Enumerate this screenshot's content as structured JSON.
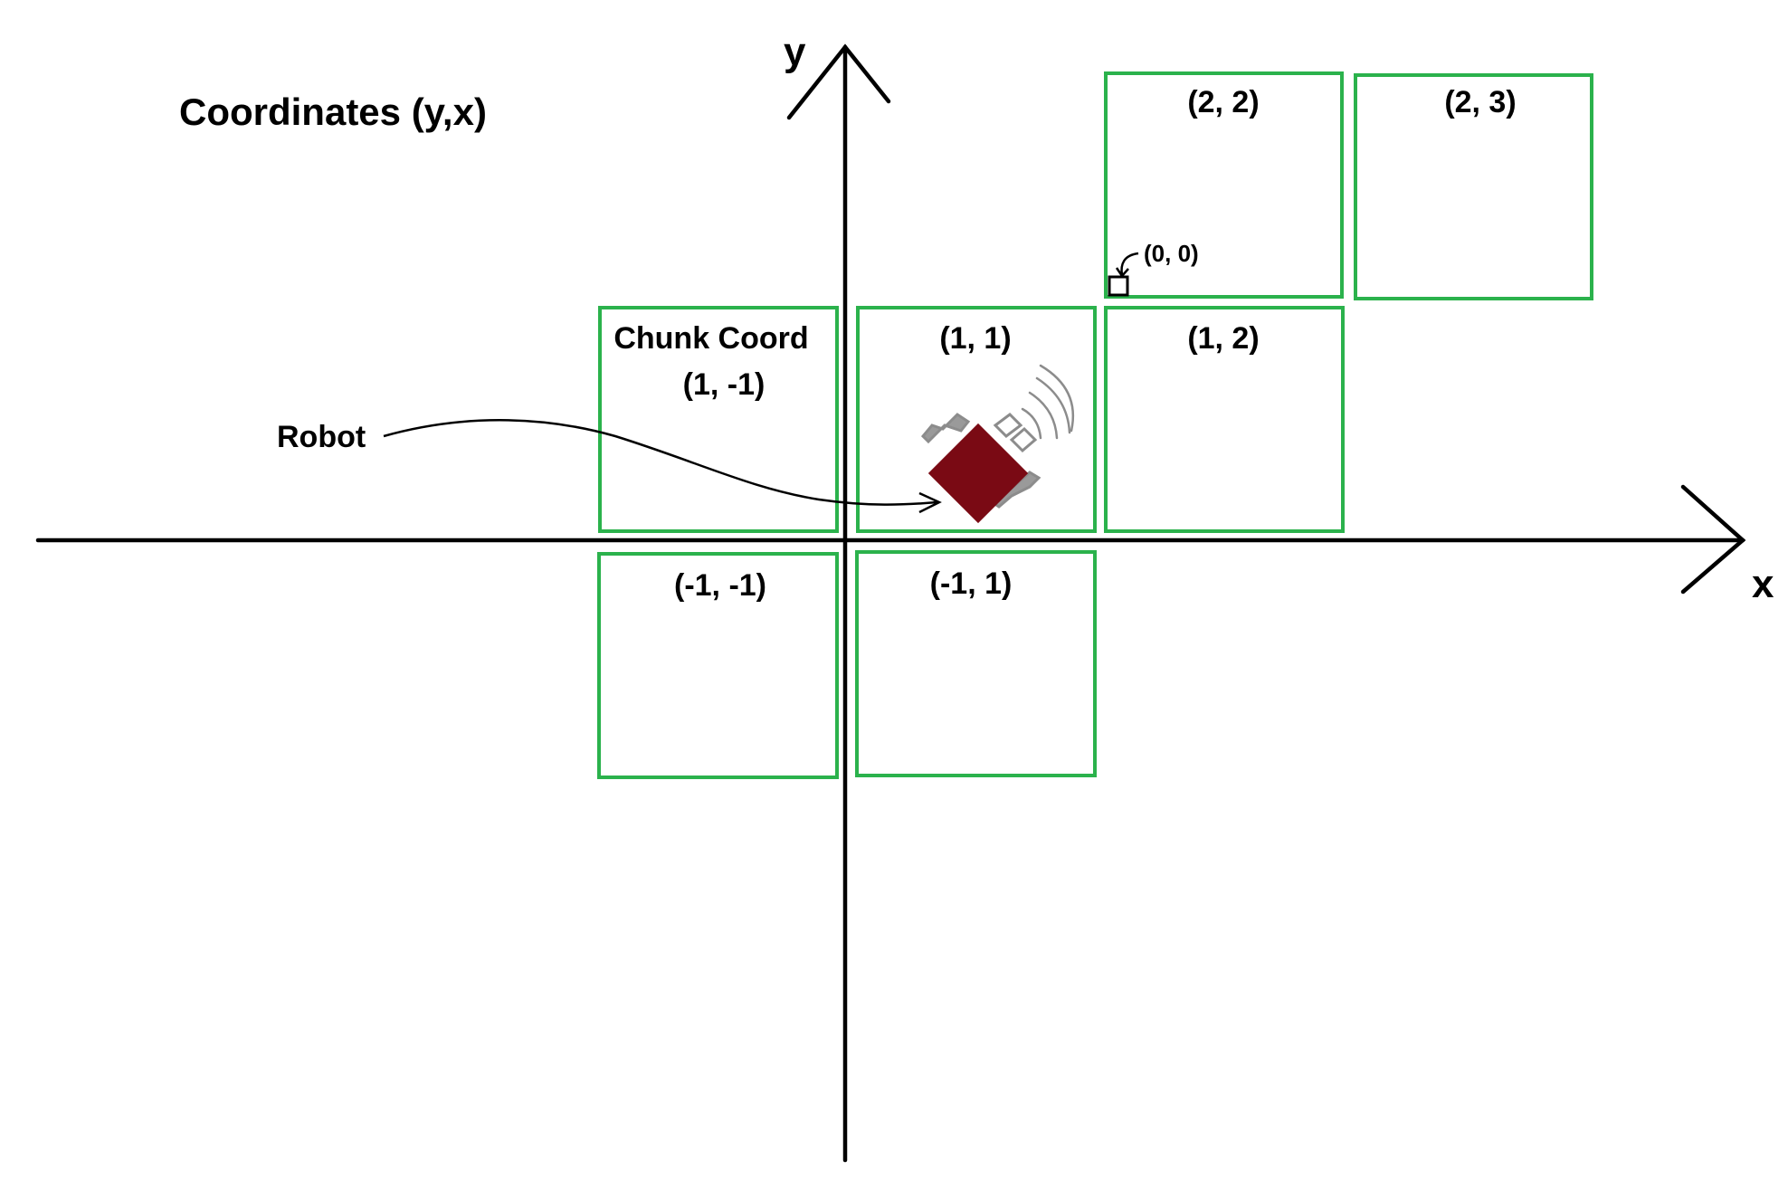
{
  "title": "Coordinates (y,x)",
  "axes": {
    "x_label": "x",
    "y_label": "y"
  },
  "chunks": [
    {
      "id": "2-2",
      "label": "(2, 2)"
    },
    {
      "id": "2-3",
      "label": "(2, 3)"
    },
    {
      "id": "1-m1",
      "label_line1": "Chunk Coord",
      "label_line2": "(1, -1)"
    },
    {
      "id": "1-1",
      "label": "(1, 1)"
    },
    {
      "id": "1-2",
      "label": "(1, 2)"
    },
    {
      "id": "m1-m1",
      "label": "(-1, -1)"
    },
    {
      "id": "m1-1",
      "label": "(-1, 1)"
    }
  ],
  "origin_marker": {
    "label": "(0, 0)"
  },
  "robot": {
    "label": "Robot",
    "body_color": "#7a0a14",
    "part_color": "#8c8c8c"
  },
  "colors": {
    "chunk_border": "#2bb24c",
    "axis": "#000000"
  }
}
